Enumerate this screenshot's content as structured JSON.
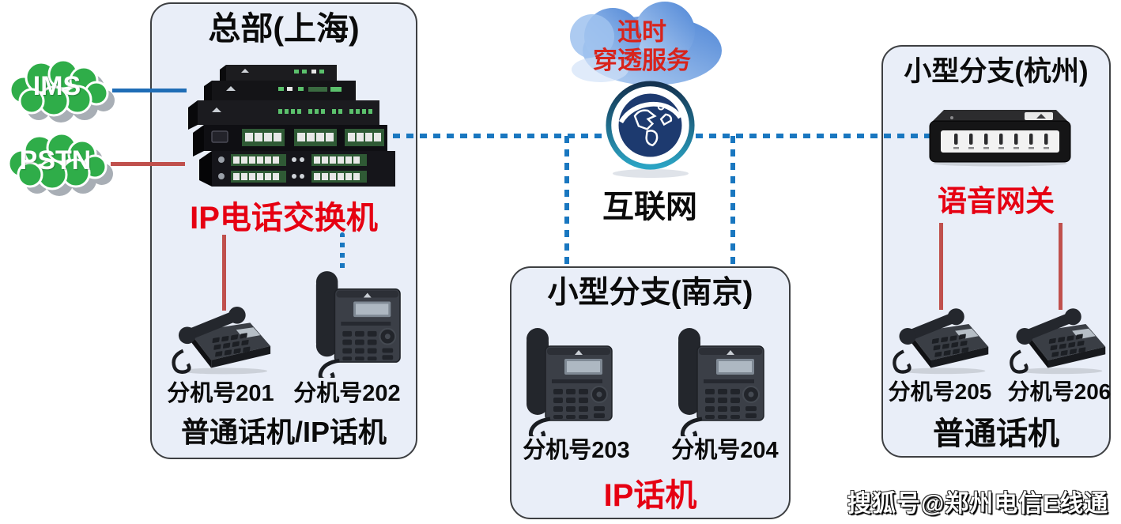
{
  "hq": {
    "title": "总部(上海)",
    "device_label": "IP电话交换机",
    "phones": [
      {
        "label": "分机号201"
      },
      {
        "label": "分机号202"
      }
    ],
    "type_label": "普通话机/IP话机"
  },
  "networks": {
    "ims": "IMS",
    "pstn": "PSTN"
  },
  "nat_cloud": {
    "line1": "迅时",
    "line2": "穿透服务"
  },
  "internet": {
    "label": "互联网"
  },
  "nanjing": {
    "title": "小型分支(南京)",
    "phones": [
      {
        "label": "分机号203"
      },
      {
        "label": "分机号204"
      }
    ],
    "type_label": "IP话机"
  },
  "hangzhou": {
    "title": "小型分支(杭州)",
    "device_label": "语音网关",
    "phones": [
      {
        "label": "分机号205"
      },
      {
        "label": "分机号206"
      }
    ],
    "type_label": "普通话机"
  },
  "watermark": "搜狐号@郑州电信E线通",
  "colors": {
    "panel_bg": "#e9eef8",
    "panel_border": "#3d3f42",
    "red_text": "#e60012",
    "red_line": "#c0504d",
    "blue_line": "#1f6db6",
    "dash_blue": "#1977c0",
    "cloud_green": "#2fad49",
    "cloud_blue": "#5b92dd",
    "globe_navy": "#1d3a6f"
  }
}
